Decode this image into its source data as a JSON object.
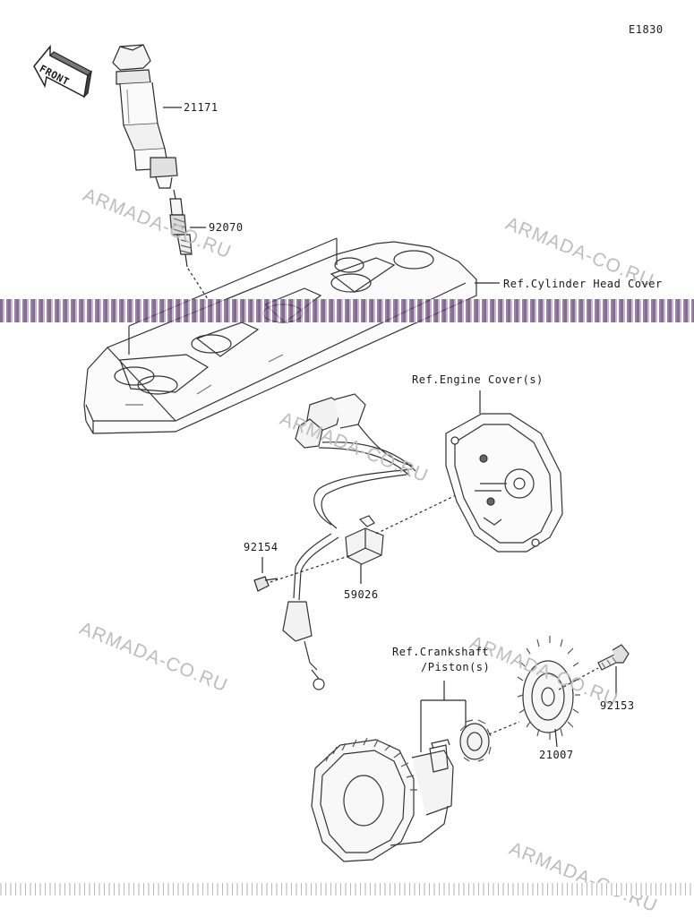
{
  "diagram_code": "E1830",
  "front_label": "FRONT",
  "parts": {
    "ignition_coil": "21171",
    "spark_plug": "92070",
    "bolt_92154": "92154",
    "pickup_coil": "59026",
    "rotor": "21007",
    "bolt_92153": "92153"
  },
  "refs": {
    "cylinder_head_cover": "Ref.Cylinder Head Cover",
    "engine_covers": "Ref.Engine Cover(s)",
    "crankshaft_line1": "Ref.Crankshaft",
    "crankshaft_line2": "/Piston(s)"
  },
  "watermarks": [
    "ARMADA-CO.RU",
    "ARMADA-CO.RU",
    "ARMADA-CO.RU",
    "ARMADA-CO.RU",
    "ARMADA-CO.RU",
    "ARMADA-CO.RU"
  ],
  "colors": {
    "line": "#2a2a2a",
    "band": "#6b4a7a",
    "watermark": "#bdbdbd"
  }
}
